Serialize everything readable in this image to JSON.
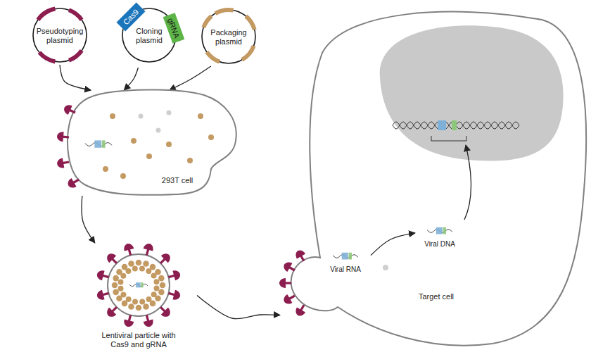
{
  "diagram": {
    "nodes": [
      {
        "text": [
          "Pseudotyping plasmid"
        ]
      },
      {
        "text": [
          "Cas9",
          "Cloning plasmid",
          "gRNA"
        ]
      },
      {
        "text": [
          "Packaging plasmid"
        ]
      },
      {
        "text": [
          "293T cell"
        ]
      },
      {
        "text": [
          "Lentiviral particle with Cas9 and gRNA"
        ]
      },
      {
        "text": [
          "Target cell"
        ]
      },
      {
        "text": [
          "Viral RNA"
        ],
        "in": 5
      },
      {
        "text": [
          "Viral DNA"
        ],
        "in": 5
      }
    ],
    "edges": [
      {
        "from": 0,
        "to": 3,
        "arrow": "to"
      },
      {
        "from": 1,
        "to": 3,
        "arrow": "to"
      },
      {
        "from": 2,
        "to": 3,
        "arrow": "to"
      },
      {
        "from": 3,
        "to": 4,
        "arrow": "to"
      },
      {
        "from": 4,
        "to": 5,
        "arrow": "to"
      },
      {
        "from": 6,
        "to": 7,
        "arrow": "to"
      }
    ]
  }
}
